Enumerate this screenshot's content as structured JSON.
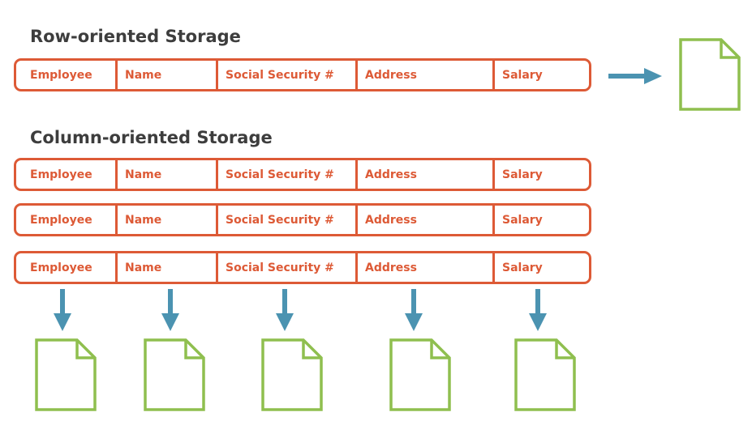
{
  "row_section": {
    "title": "Row-oriented Storage",
    "record": [
      "Employee",
      "Name",
      "Social Security #",
      "Address",
      "Salary"
    ]
  },
  "column_section": {
    "title": "Column-oriented Storage",
    "records": [
      [
        "Employee",
        "Name",
        "Social Security #",
        "Address",
        "Salary"
      ],
      [
        "Employee",
        "Name",
        "Social Security #",
        "Address",
        "Salary"
      ],
      [
        "Employee",
        "Name",
        "Social Security #",
        "Address",
        "Salary"
      ]
    ]
  },
  "colors": {
    "record_border": "#dd5a36",
    "record_text": "#dd5a36",
    "arrow": "#4b93b1",
    "file": "#8fbf4f",
    "title_text": "#3d3d3d"
  },
  "icons": {
    "storage_arrow": "arrow-icon",
    "storage_file": "file-icon"
  }
}
